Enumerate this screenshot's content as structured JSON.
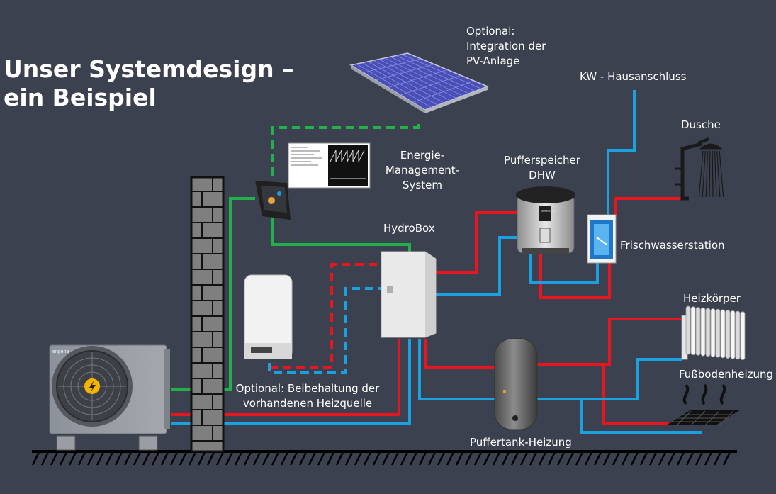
{
  "title": {
    "line1": "Unser Systemdesign –",
    "line2": "ein Beispiel"
  },
  "labels": {
    "pv": "Optional:\nIntegration der\nPV-Anlage",
    "kw": "KW - Hausanschluss",
    "shower": "Dusche",
    "dhw": "Pufferspeicher\nDHW",
    "ems": "Energie-\nManagement-\nSystem",
    "hydrobox": "HydroBox",
    "freshwater": "Frischwasserstation",
    "radiator": "Heizkörper",
    "floor": "Fußbodenheizung",
    "boiler": "Optional: Beibehaltung der\nvorhandenen Heizquelle",
    "buffer": "Puffertank-Heizung"
  },
  "logos": {
    "heatpump": "enperia",
    "dhw_tank": "Stiebel Eltron"
  },
  "colors": {
    "background": "#3c414f",
    "hot": "#e8141e",
    "cold": "#1ba1e2",
    "data": "#22b04b"
  }
}
